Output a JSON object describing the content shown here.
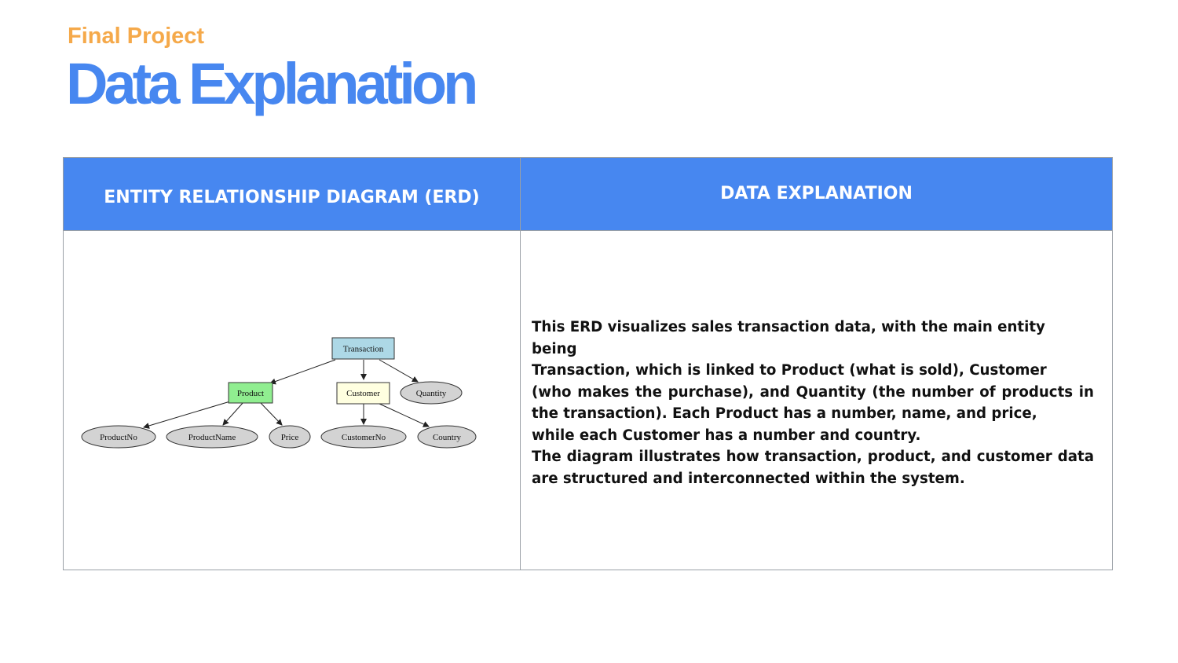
{
  "slide": {
    "kicker": "Final Project",
    "title": "Data Explanation"
  },
  "table": {
    "col_left_header": "ENTITY RELATIONSHIP DIAGRAM (ERD)",
    "col_right_header": "DATA EXPLANATION"
  },
  "erd": {
    "nodes": {
      "transaction": "Transaction",
      "product": "Product",
      "customer": "Customer",
      "quantity": "Quantity",
      "product_no": "ProductNo",
      "product_name": "ProductName",
      "price": "Price",
      "customer_no": "CustomerNo",
      "country": "Country"
    },
    "colors": {
      "transaction": "#add8e6",
      "product": "#90ee90",
      "customer": "#ffffe0",
      "attribute": "#d3d3d3"
    }
  },
  "description": {
    "lines": [
      "This ERD visualizes sales transaction data, with the main entity being",
      "Transaction, which is linked to Product (what is sold), Customer",
      "(who makes the purchase), and Quantity (the number of products in the transaction). Each Product has a number, name, and price,",
      "while each Customer has a number and country.",
      "The diagram illustrates how transaction, product, and customer data are structured and interconnected within the system."
    ]
  }
}
